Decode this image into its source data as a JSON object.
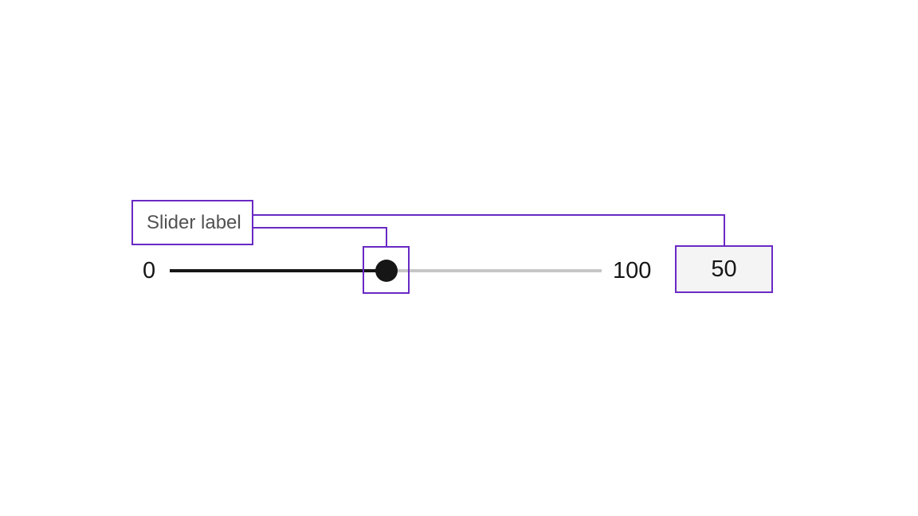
{
  "slider": {
    "label": "Slider label",
    "min_label": "0",
    "max_label": "100",
    "value": "50"
  },
  "colors": {
    "annotation": "#6929c4",
    "label_text": "#525252",
    "number_text": "#161616",
    "track_filled": "#161616",
    "track_empty": "#c6c6c6",
    "value_box_bg": "#f4f4f4"
  }
}
